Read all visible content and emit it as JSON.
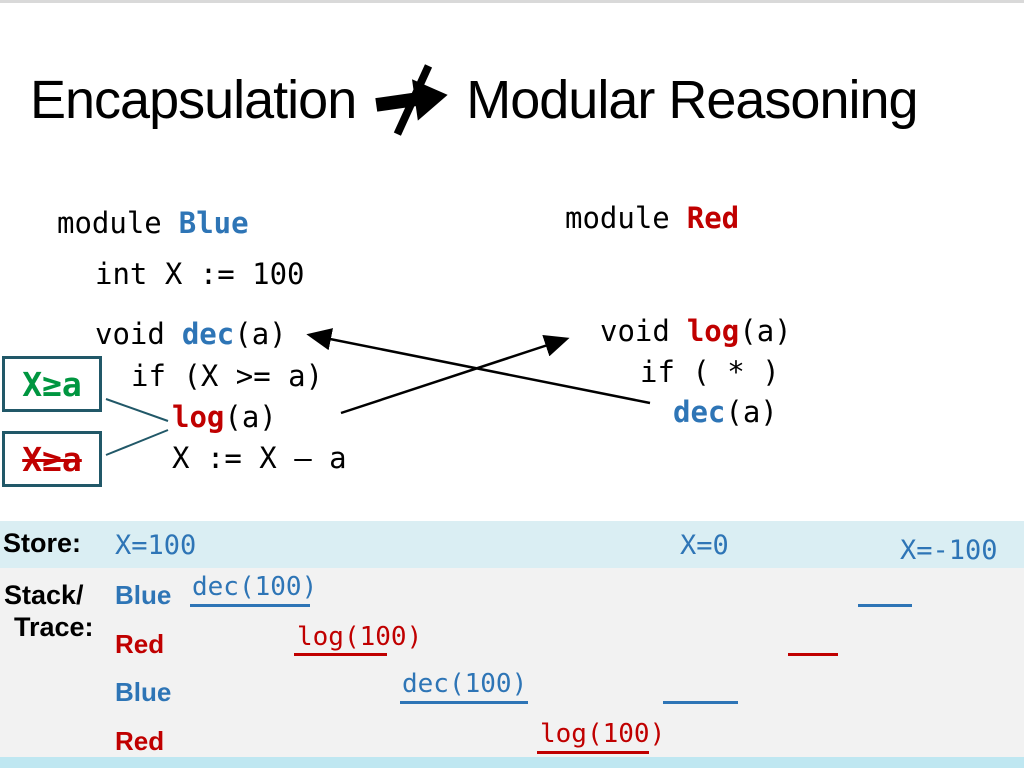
{
  "title": {
    "part1": "Encapsulation",
    "part2": "Modular Reasoning",
    "arrow_icon": "not-implies-arrow"
  },
  "colors": {
    "blue": "#2E75B6",
    "red": "#C00000",
    "green": "#009640",
    "box_border": "#215868",
    "store_bg": "#DAEEF3",
    "stack_bg": "#F2F2F2",
    "bottom_bar": "#BFE7F1",
    "arrow": "#000000"
  },
  "blue_module": {
    "kw_module": "module",
    "name": "Blue",
    "line_int": "int X := 100",
    "kw_void": "void",
    "fn_dec": "dec",
    "paren_a": "(a)",
    "line_if": "if (X >= a)",
    "fn_log": "log",
    "line_assign": "X := X – a"
  },
  "red_module": {
    "kw_module": "module",
    "name": "Red",
    "kw_void": "void",
    "fn_log": "log",
    "paren_a": "(a)",
    "line_if": "if ( * )",
    "fn_dec": "dec"
  },
  "assertions": {
    "holds": "X≥a",
    "violated": "X≥a"
  },
  "store": {
    "label": "Store:",
    "values": [
      "X=100",
      "X=0",
      "X=-100"
    ]
  },
  "stack": {
    "label_line1": "Stack/",
    "label_line2": "Trace:",
    "rows": [
      {
        "module": "Blue",
        "call": "dec(100)"
      },
      {
        "module": "Red",
        "call": "log(100)"
      },
      {
        "module": "Blue",
        "call": "dec(100)"
      },
      {
        "module": "Red",
        "call": "log(100)"
      }
    ]
  }
}
